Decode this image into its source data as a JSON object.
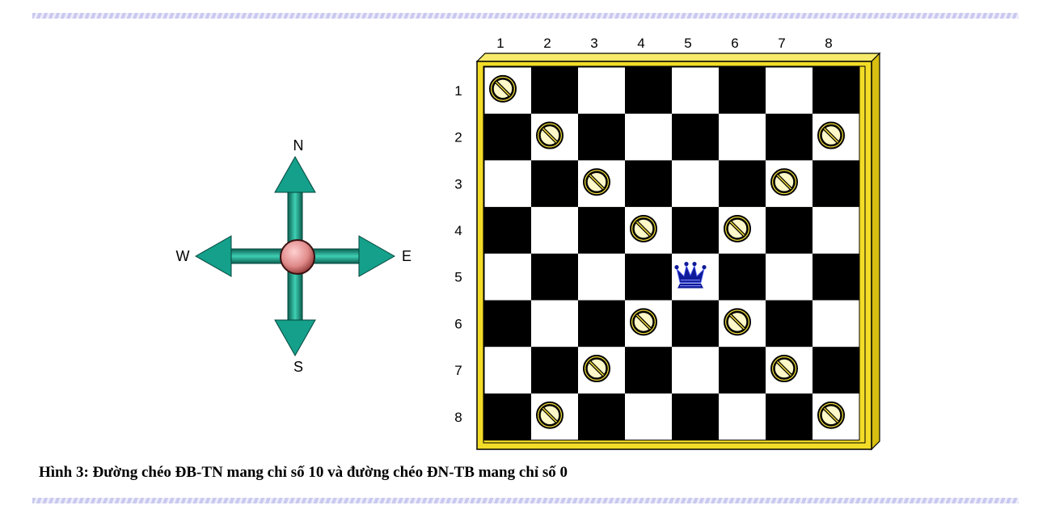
{
  "figure": {
    "caption": "Hình 3: Đường chéo ĐB-TN mang chỉ số 10 và đường chéo ĐN-TB mang chỉ số 0"
  },
  "compass": {
    "north": "N",
    "south": "S",
    "east": "E",
    "west": "W",
    "arrow_color": "#14a08a",
    "center_color": "#e89a9a"
  },
  "board": {
    "size": 8,
    "column_labels": [
      "1",
      "2",
      "3",
      "4",
      "5",
      "6",
      "7",
      "8"
    ],
    "row_labels": [
      "1",
      "2",
      "3",
      "4",
      "5",
      "6",
      "7",
      "8"
    ],
    "frame_color": "#f2dc28",
    "dark_square_color": "#000000",
    "light_square_color": "#ffffff",
    "queen": {
      "row": 5,
      "col": 5,
      "icon": "queen-icon",
      "color": "#0f1a9a"
    },
    "blocked_icon": "prohibited-icon",
    "blocked_cells": [
      [
        1,
        1
      ],
      [
        2,
        2
      ],
      [
        3,
        3
      ],
      [
        4,
        4
      ],
      [
        6,
        6
      ],
      [
        7,
        7
      ],
      [
        8,
        8
      ],
      [
        2,
        8
      ],
      [
        3,
        7
      ],
      [
        4,
        6
      ],
      [
        6,
        4
      ],
      [
        7,
        3
      ],
      [
        8,
        2
      ]
    ]
  }
}
